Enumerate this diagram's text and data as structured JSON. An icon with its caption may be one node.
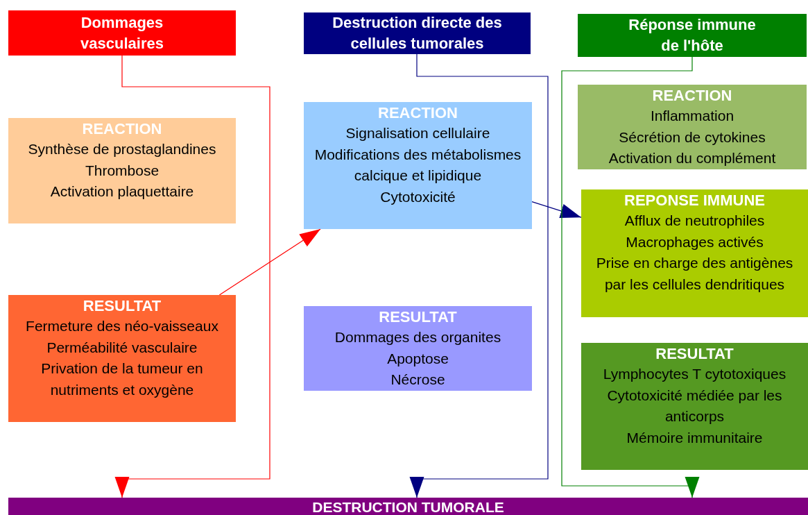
{
  "diagram": {
    "nodes": [
      {
        "text": [
          "Dommages vasculaires"
        ]
      },
      {
        "text": [
          "REACTION",
          "Synthèse de prostaglandines",
          "Thrombose",
          "Activation plaquettaire"
        ]
      },
      {
        "text": [
          "RESULTAT",
          "Fermeture des néo-vaisseaux",
          "Perméabilité vasculaire",
          "Privation de la tumeur en nutriments et oxygène"
        ]
      },
      {
        "text": [
          "Destruction directe des cellules tumorales"
        ]
      },
      {
        "text": [
          "REACTION",
          "Signalisation cellulaire",
          "Modifications des métabolismes calcique et lipidique",
          "Cytotoxicité"
        ]
      },
      {
        "text": [
          "RESULTAT",
          "Dommages des organites",
          "Apoptose",
          "Nécrose"
        ]
      },
      {
        "text": [
          "Réponse immune de l'hôte"
        ]
      },
      {
        "text": [
          "REACTION",
          "Inflammation",
          "Sécrétion de cytokines",
          "Activation du complément"
        ]
      },
      {
        "text": [
          "REPONSE IMMUNE",
          "Afflux de neutrophiles",
          "Macrophages activés",
          "Prise en charge des antigènes par les cellules dendritiques"
        ]
      },
      {
        "text": [
          "RESULTAT",
          "Lymphocytes T cytotoxiques",
          "Cytotoxicité médiée par les anticorps",
          "Mémoire immunitaire"
        ]
      },
      {
        "text": [
          "DESTRUCTION TUMORALE"
        ]
      }
    ],
    "edges": [
      {
        "from": 0,
        "to": 10,
        "arrow": "to",
        "color": "#ff0000"
      },
      {
        "from": 2,
        "to": 4,
        "arrow": "to",
        "color": "#ff0000"
      },
      {
        "from": 3,
        "to": 10,
        "arrow": "to",
        "color": "#000080"
      },
      {
        "from": 4,
        "to": 8,
        "arrow": "to",
        "color": "#000080"
      },
      {
        "from": 6,
        "to": 10,
        "arrow": "to",
        "color": "#008000"
      }
    ]
  }
}
